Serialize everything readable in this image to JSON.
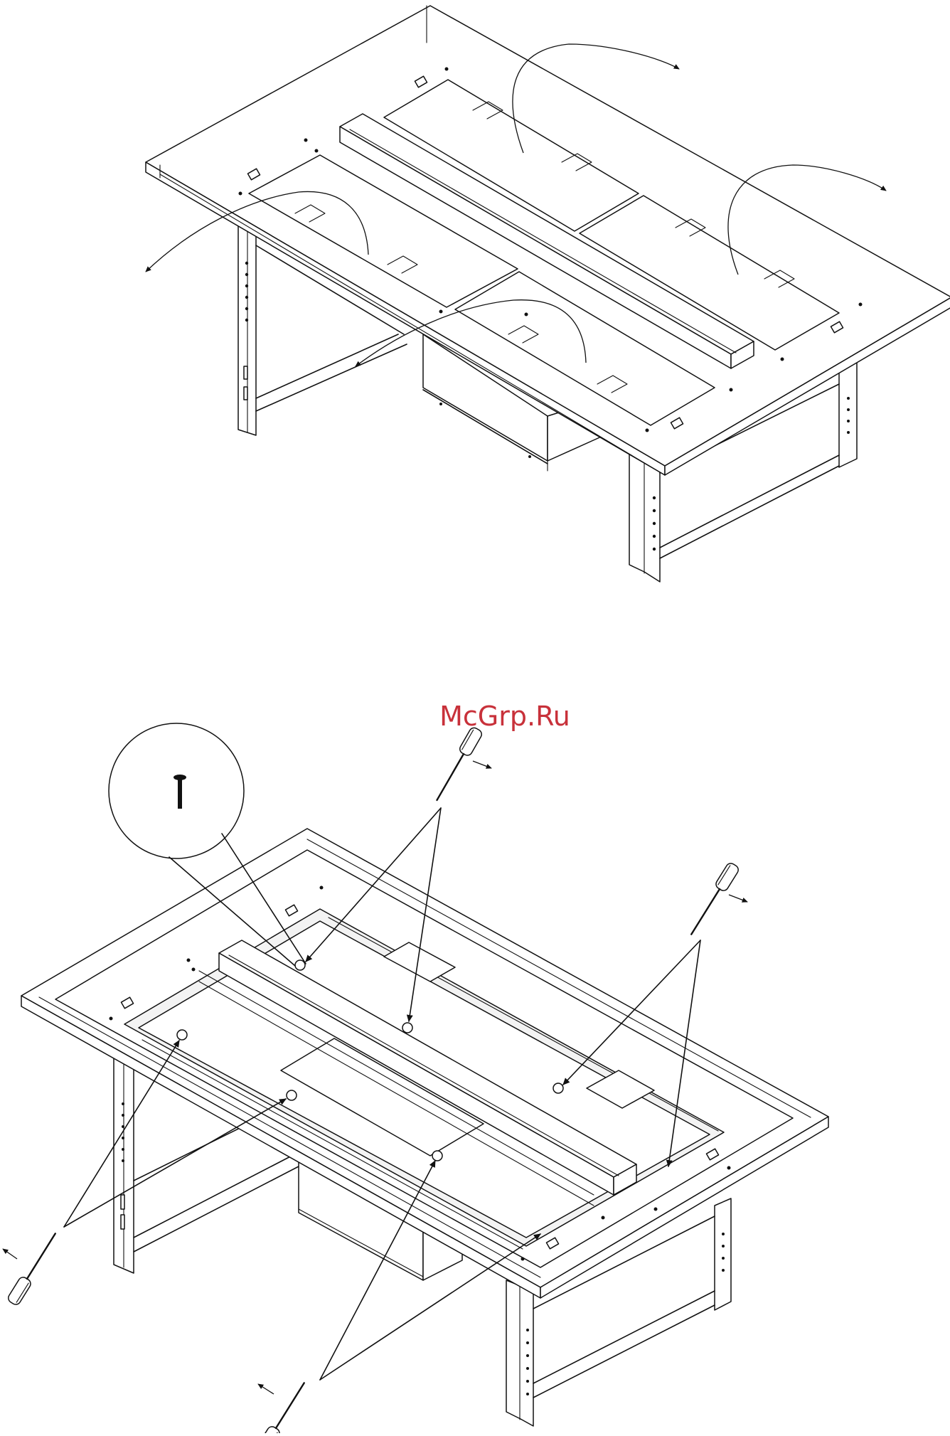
{
  "watermark": {
    "text": "McGrp.Ru",
    "color": "#c8313a"
  },
  "colors": {
    "line": "#111111",
    "background": "#ffffff"
  },
  "figures": [
    {
      "name": "table-panels-removal",
      "icon": "workbench-top-panels"
    },
    {
      "name": "table-screws-removal",
      "icon": "workbench-frame-screws"
    }
  ],
  "icons": [
    "screwdriver-icon",
    "screw-detail-icon",
    "arrow-icon"
  ]
}
